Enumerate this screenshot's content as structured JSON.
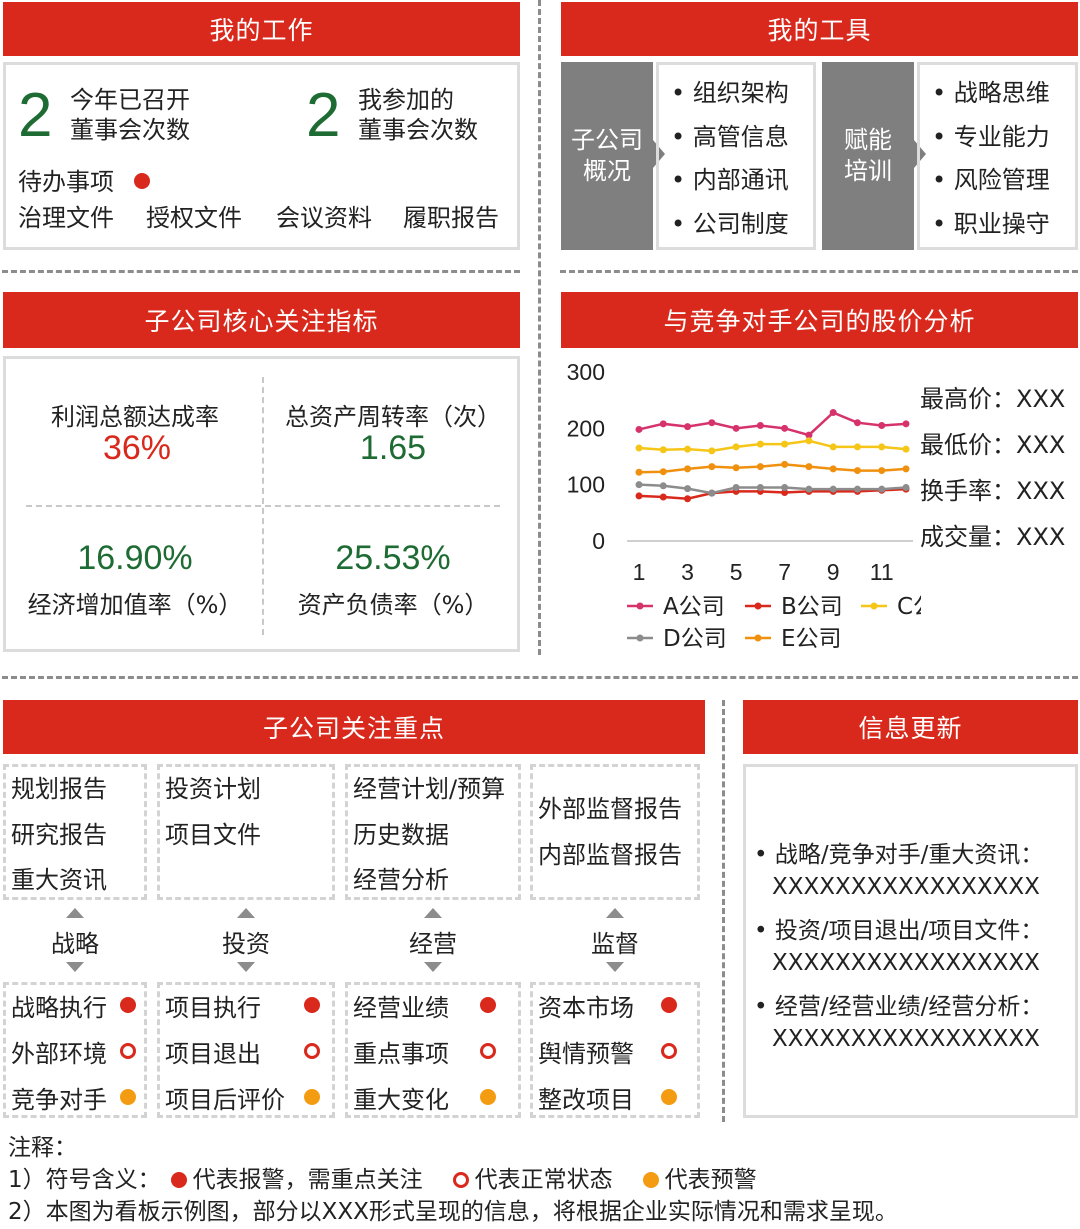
{
  "work": {
    "title": "我的工作",
    "count1": "2",
    "label1a": "今年已召开",
    "label1b": "董事会次数",
    "count2": "2",
    "label2a": "我参加的",
    "label2b": "董事会次数",
    "todo": "待办事项",
    "links": [
      "治理文件",
      "授权文件",
      "会议资料",
      "履职报告"
    ]
  },
  "tools": {
    "title": "我的工具",
    "group1": "子公司\n概况",
    "group1_items": [
      "• 组织架构",
      "• 高管信息",
      "• 内部通讯",
      "• 公司制度"
    ],
    "group2": "赋能\n培训",
    "group2_items": [
      "• 战略思维",
      "• 专业能力",
      "• 风险管理",
      "• 职业操守"
    ]
  },
  "indicators": {
    "title": "子公司核心关注指标",
    "items": [
      {
        "label": "利润总额达成率",
        "value": "36%"
      },
      {
        "label": "总资产周转率（次）",
        "value": "1.65"
      },
      {
        "label": "经济增加值率（%）",
        "value": "16.90%"
      },
      {
        "label": "资产负债率（%）",
        "value": "25.53%"
      }
    ]
  },
  "stock": {
    "title": "与竞争对手公司的股价分析",
    "stats": [
      "最高价：XXX",
      "最低价：XXX",
      "换手率：XXX",
      "成交量：XXX"
    ]
  },
  "chart_data": {
    "type": "line",
    "x": [
      1,
      2,
      3,
      4,
      5,
      6,
      7,
      8,
      9,
      10,
      11,
      12
    ],
    "x_ticks": [
      "1",
      "3",
      "5",
      "7",
      "9",
      "11"
    ],
    "y_ticks": [
      "300",
      "200",
      "100",
      "0"
    ],
    "ylim": [
      0,
      300
    ],
    "grid": false,
    "legend": "bottom",
    "series": [
      {
        "name": "A公司",
        "color": "#d6336c",
        "marker": "circle",
        "values": [
          198,
          208,
          203,
          210,
          200,
          205,
          200,
          188,
          228,
          210,
          205,
          208
        ]
      },
      {
        "name": "B公司",
        "color": "#d9291c",
        "marker": "circle",
        "values": [
          80,
          78,
          75,
          85,
          88,
          88,
          86,
          88,
          88,
          88,
          90,
          92
        ]
      },
      {
        "name": "C公司",
        "color": "#f5c518",
        "marker": "circle",
        "values": [
          165,
          162,
          163,
          160,
          167,
          172,
          172,
          178,
          167,
          167,
          167,
          163
        ]
      },
      {
        "name": "D公司",
        "color": "#8c8c8c",
        "marker": "circle",
        "values": [
          100,
          98,
          93,
          85,
          95,
          95,
          95,
          92,
          92,
          92,
          92,
          95
        ]
      },
      {
        "name": "E公司",
        "color": "#f0900f",
        "marker": "circle",
        "values": [
          122,
          123,
          128,
          132,
          130,
          132,
          136,
          132,
          128,
          125,
          125,
          128
        ]
      }
    ]
  },
  "focus": {
    "title": "子公司关注重点",
    "top_cells": [
      [
        "规划报告",
        "研究报告",
        "重大资讯"
      ],
      [
        "投资计划",
        "项目文件"
      ],
      [
        "经营计划/预算",
        "历史数据",
        "经营分析"
      ],
      [
        "外部监督报告",
        "内部监督报告"
      ]
    ],
    "categories": [
      "战略",
      "投资",
      "经营",
      "监督"
    ],
    "bottom_cells": [
      [
        "战略执行",
        "外部环境",
        "竞争对手"
      ],
      [
        "项目执行",
        "项目退出",
        "项目后评价"
      ],
      [
        "经营业绩",
        "重点事项",
        "重大变化"
      ],
      [
        "资本市场",
        "舆情预警",
        "整改项目"
      ]
    ]
  },
  "updates": {
    "title": "信息更新",
    "items": [
      {
        "head": "• 战略/竞争对手/重大资讯：",
        "body": "XXXXXXXXXXXXXXXXX"
      },
      {
        "head": "• 投资/项目退出/项目文件：",
        "body": "XXXXXXXXXXXXXXXXX"
      },
      {
        "head": "• 经营/经营业绩/经营分析：",
        "body": "XXXXXXXXXXXXXXXXX"
      }
    ]
  },
  "notes": {
    "title": "注释：",
    "line1_prefix": "1）符号含义：",
    "alarm": "代表报警，需重点关注",
    "normal": "代表正常状态",
    "warn": "代表预警",
    "line2": "2）本图为看板示例图，部分以XXX形式呈现的信息，将根据企业实际情况和需求呈现。"
  }
}
